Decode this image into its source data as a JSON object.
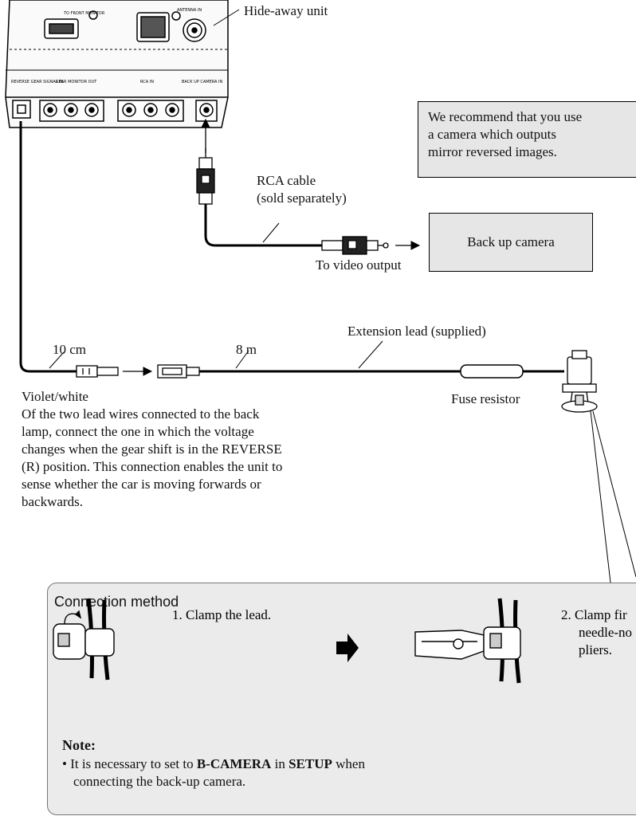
{
  "labels": {
    "hideaway_unit": "Hide-away unit",
    "rca_cable_line1": "RCA cable",
    "rca_cable_line2": "(sold separately)",
    "to_video_output": "To video output",
    "back_up_camera": "Back up camera",
    "extension_lead": "Extension lead (supplied)",
    "len_10cm": "10 cm",
    "len_8m": "8 m",
    "fuse_resistor": "Fuse resistor"
  },
  "recommend": [
    "We recommend that you use",
    "a camera which outputs",
    "mirror reversed images."
  ],
  "description": {
    "color": "Violet/white",
    "lines": [
      "Of the two lead wires connected to the back",
      "lamp, connect the one in which the voltage",
      "changes when the gear shift is in the REVERSE",
      "(R) position. This connection enables the unit to",
      "sense whether the car is moving forwards or",
      "backwards."
    ]
  },
  "method": {
    "title": "Connection method",
    "step1": "1.  Clamp the lead.",
    "step2_lines": [
      "2.  Clamp fir",
      "needle-no",
      "pliers."
    ]
  },
  "note": {
    "label": "Note:",
    "line1_pre": "•  It is necessary to set to ",
    "line1_b1": "B-CAMERA",
    "line1_mid": " in ",
    "line1_b2": "SETUP",
    "line1_post": " when",
    "line2": "connecting the back-up camera."
  },
  "unit_panel": {
    "top_labels": [
      "TO FRONT MONITOR",
      "ANTENNA IN"
    ],
    "bottom_labels": [
      "REVERSE GEAR SIGNAL IN",
      "REAR MONITOR OUT",
      "RCA IN",
      "BACK UP CAMERA IN"
    ]
  }
}
